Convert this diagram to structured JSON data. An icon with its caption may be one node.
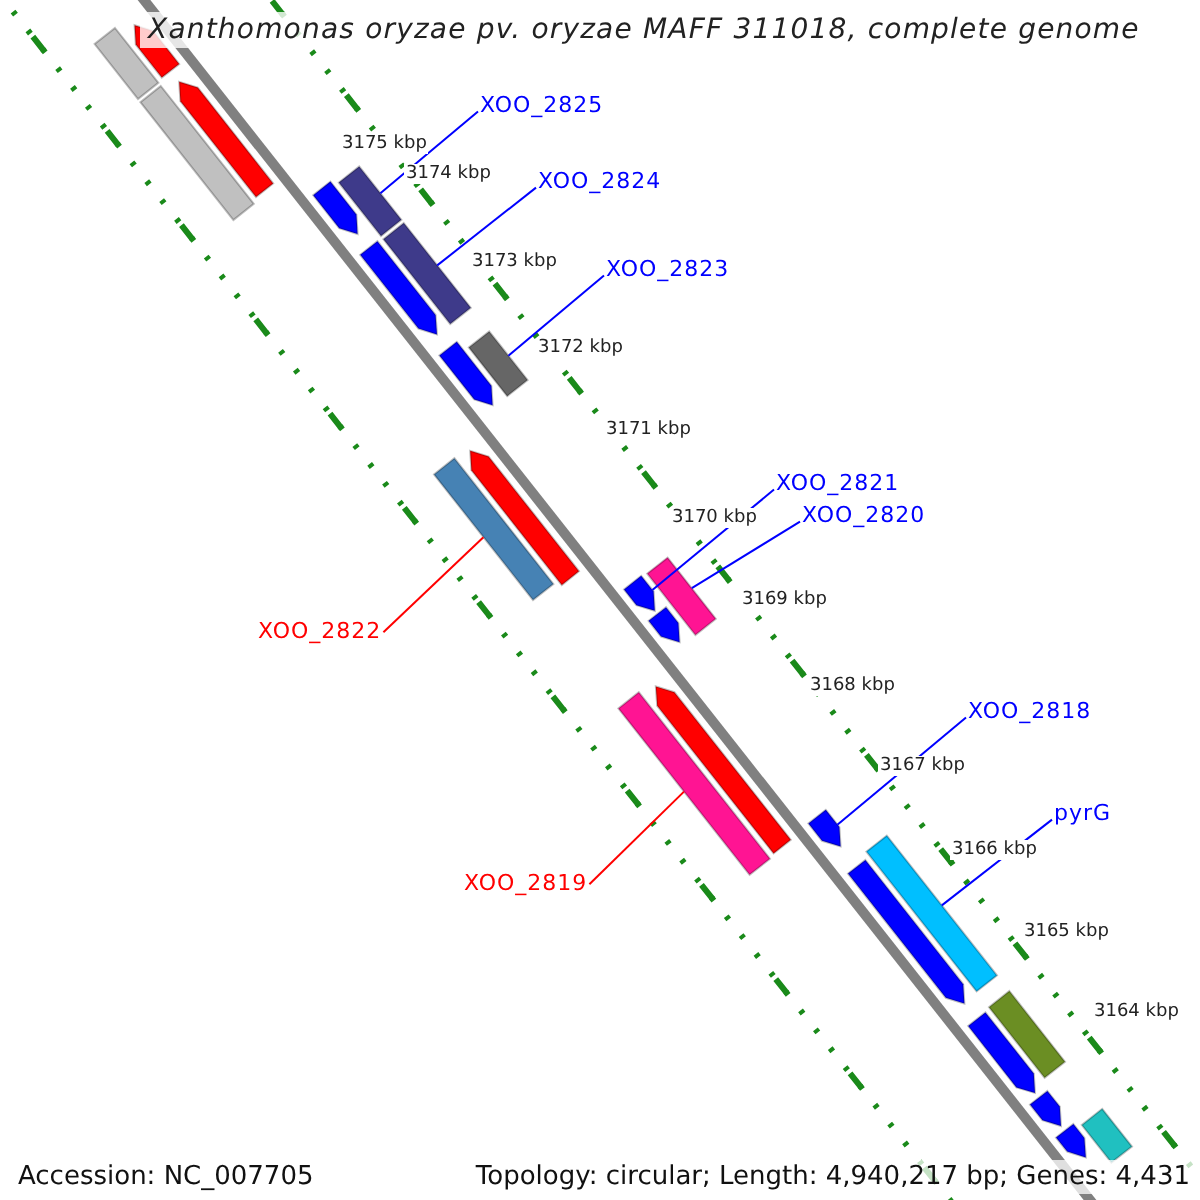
{
  "diagram": {
    "title": "Xanthomonas oryzae pv. oryzae MAFF 311018, complete genome",
    "nodes": [
      {
        "text": [
          "XOO_2825"
        ]
      },
      {
        "text": [],
        "shape": "bar"
      },
      {
        "text": [
          "XOO_2824"
        ]
      },
      {
        "text": [],
        "shape": "bar"
      },
      {
        "text": [
          "XOO_2823"
        ]
      },
      {
        "text": [],
        "shape": "bar"
      },
      {
        "text": [
          "XOO_2821"
        ]
      },
      {
        "text": [],
        "shape": "pentagon"
      },
      {
        "text": [
          "XOO_2820"
        ]
      },
      {
        "text": [],
        "shape": "bar"
      },
      {
        "text": [
          "XOO_2822"
        ]
      },
      {
        "text": [],
        "shape": "bar"
      },
      {
        "text": [
          "XOO_2818"
        ]
      },
      {
        "text": [],
        "shape": "pentagon"
      },
      {
        "text": [
          "XOO_2819"
        ]
      },
      {
        "text": [],
        "shape": "bar"
      },
      {
        "text": [
          "pyrG"
        ]
      },
      {
        "text": [],
        "shape": "bar"
      },
      {
        "text": [],
        "shape": "bar"
      },
      {
        "text": [],
        "shape": "bar"
      },
      {
        "text": [],
        "shape": "pentagon"
      },
      {
        "text": [],
        "shape": "pentagon"
      },
      {
        "text": [],
        "shape": "pentagon"
      },
      {
        "text": [],
        "shape": "pentagon"
      },
      {
        "text": [],
        "shape": "pentagon"
      },
      {
        "text": [],
        "shape": "pentagon"
      },
      {
        "text": [],
        "shape": "pentagon"
      },
      {
        "text": [],
        "shape": "pentagon"
      },
      {
        "text": [],
        "shape": "pentagon"
      },
      {
        "text": [],
        "shape": "pentagon"
      },
      {
        "text": [],
        "shape": "pentagon"
      },
      {
        "text": [],
        "shape": "pentagon"
      },
      {
        "text": [],
        "shape": "bar"
      },
      {
        "text": [],
        "shape": "bar"
      }
    ],
    "edges": [
      {
        "from": 0,
        "to": 1,
        "arrow": "none"
      },
      {
        "from": 2,
        "to": 3,
        "arrow": "none"
      },
      {
        "from": 4,
        "to": 5,
        "arrow": "none"
      },
      {
        "from": 6,
        "to": 7,
        "arrow": "none"
      },
      {
        "from": 8,
        "to": 9,
        "arrow": "none"
      },
      {
        "from": 10,
        "to": 11,
        "arrow": "none",
        "color": "#ff0000"
      },
      {
        "from": 12,
        "to": 13,
        "arrow": "none"
      },
      {
        "from": 14,
        "to": 15,
        "arrow": "none",
        "color": "#ff0000"
      },
      {
        "from": 16,
        "to": 17,
        "arrow": "none"
      }
    ],
    "labels": [
      "3175 kbp",
      "3174 kbp",
      "3173 kbp",
      "3172 kbp",
      "3171 kbp",
      "3170 kbp",
      "3169 kbp",
      "3168 kbp",
      "3167 kbp",
      "3166 kbp",
      "3165 kbp",
      "3164 kbp",
      "Accession: NC_007705",
      "Topology: circular; Length: 4,940,217 bp; Genes: 4,431"
    ]
  }
}
